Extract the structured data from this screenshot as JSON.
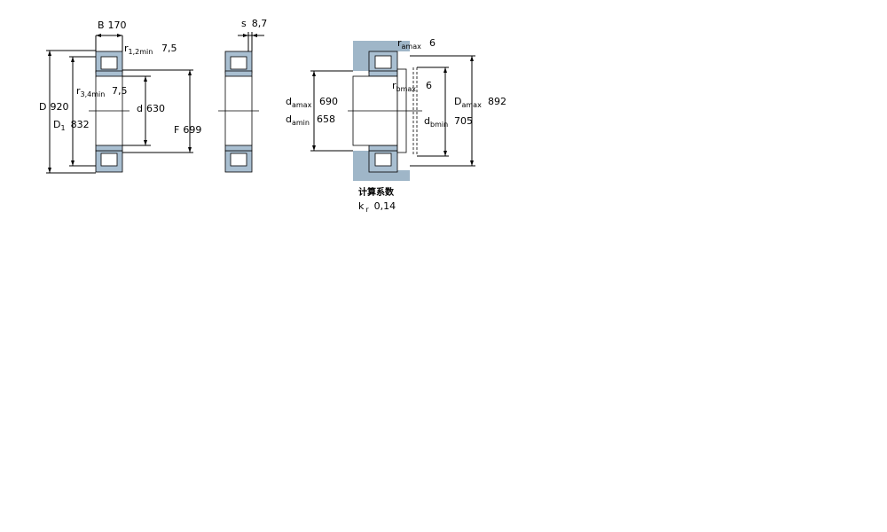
{
  "diagram": {
    "section1": {
      "B": {
        "sym": "B",
        "val": "170"
      },
      "r12": {
        "sym": "r",
        "sub": "1,2min",
        "val": "7,5"
      },
      "r34": {
        "sym": "r",
        "sub": "3,4min",
        "val": "7,5"
      },
      "D": {
        "sym": "D",
        "val": "920"
      },
      "D1": {
        "sym": "D",
        "sub": "1",
        "val": "832"
      },
      "d": {
        "sym": "d",
        "val": "630"
      },
      "F": {
        "sym": "F",
        "val": "699"
      }
    },
    "section2": {
      "s": {
        "sym": "s",
        "val": "8,7"
      }
    },
    "section3": {
      "ra": {
        "sym": "r",
        "sub": "amax",
        "val": "6"
      },
      "rb": {
        "sym": "r",
        "sub": "bmax",
        "val": "6"
      },
      "da_max": {
        "sym": "d",
        "sub": "amax",
        "val": "690"
      },
      "da_min": {
        "sym": "d",
        "sub": "amin",
        "val": "658"
      },
      "Da_max": {
        "sym": "D",
        "sub": "amax",
        "val": "892"
      },
      "db_min": {
        "sym": "d",
        "sub": "bmin",
        "val": "705"
      }
    },
    "calc": {
      "title": "计算系数",
      "kr": {
        "sym": "k",
        "sub": "r",
        "val": "0,14"
      }
    },
    "colors": {
      "ring_fill": "#a9bfd1",
      "housing_fill": "#9fb6c8",
      "line": "#000000"
    }
  }
}
